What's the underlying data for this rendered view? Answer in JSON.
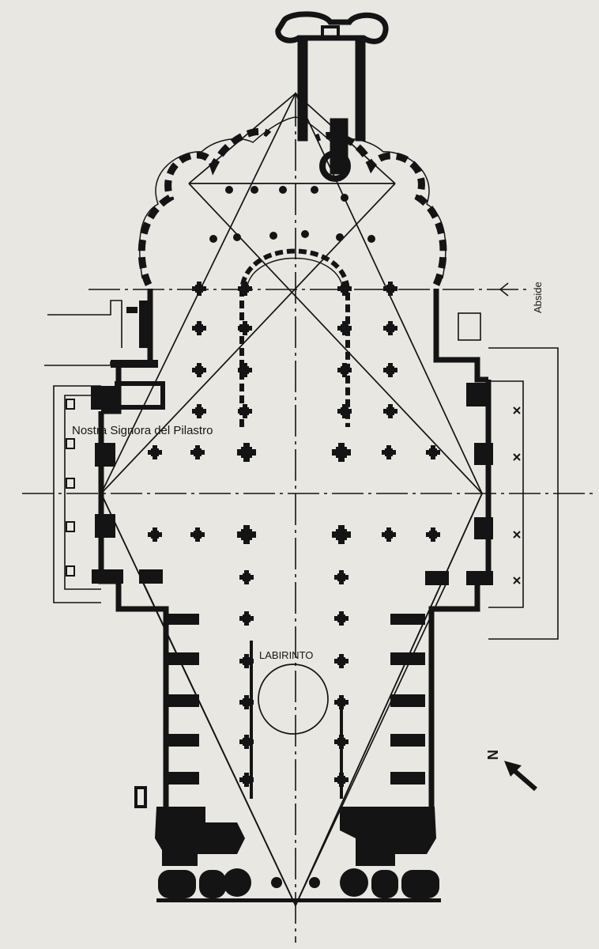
{
  "labels": {
    "chapel": "Nostra Signora del Pilastro",
    "apse": "Abside",
    "labyrinth": "LABIRINTO",
    "north": "N"
  },
  "colors": {
    "paper": "#e8e7e1",
    "ink": "#141414"
  },
  "icons": [
    "north-arrow-icon"
  ]
}
